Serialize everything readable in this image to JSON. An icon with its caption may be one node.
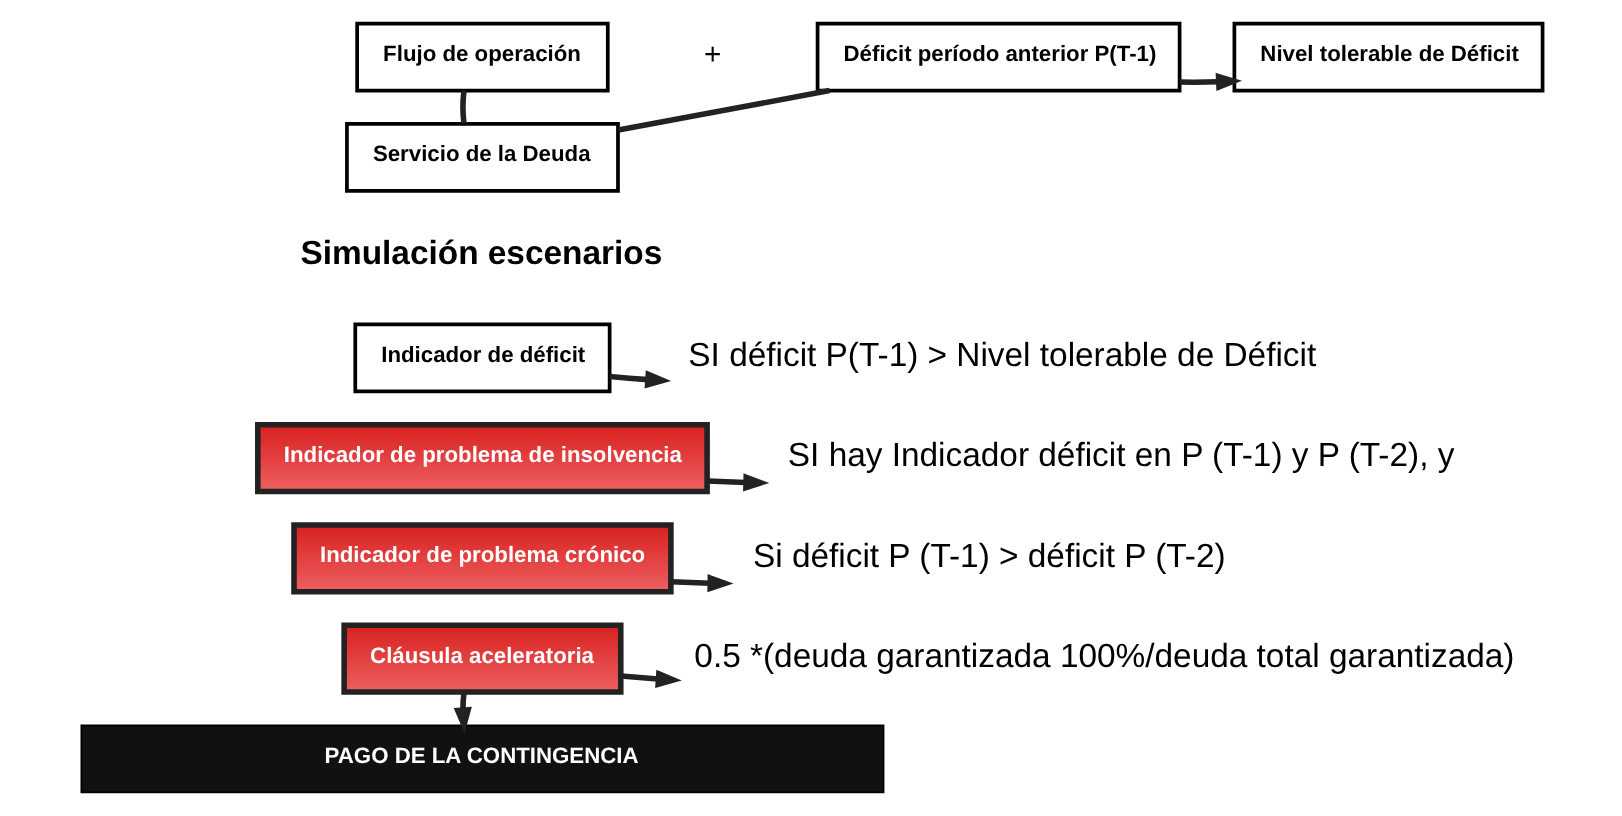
{
  "diagram": {
    "nodes": [
      {
        "text": [
          "Flujo de operación"
        ]
      },
      {
        "text": [
          "Déficit período anterior P(T-1)"
        ]
      },
      {
        "text": [
          "Nivel tolerable de Déficit"
        ]
      },
      {
        "text": [
          "Servicio de la Deuda"
        ]
      },
      {
        "text": [
          "Indicador de déficit"
        ]
      },
      {
        "text": [
          "SI déficit P(T-1) > Nivel tolerable de Déficit"
        ]
      },
      {
        "text": [
          "Indicador de problema de insolvencia"
        ]
      },
      {
        "text": [
          "SI hay Indicador déficit en P (T-1) y P (T-2), y"
        ]
      },
      {
        "text": [
          "Indicador de problema crónico"
        ]
      },
      {
        "text": [
          "Si déficit P (T-1) > déficit P (T-2)"
        ]
      },
      {
        "text": [
          "Cláusula aceleratoria"
        ]
      },
      {
        "text": [
          "0.5 *(deuda garantizada 100%/deuda total garantizada)"
        ]
      },
      {
        "text": [
          "PAGO DE LA CONTINGENCIA"
        ]
      }
    ],
    "edges": [
      {
        "from": 1,
        "to": 2,
        "arrow": "to"
      },
      {
        "from": 0,
        "to": 3,
        "arrow": "none"
      },
      {
        "from": 1,
        "to": 3,
        "arrow": "none"
      },
      {
        "from": 4,
        "to": 5,
        "arrow": "to"
      },
      {
        "from": 6,
        "to": 7,
        "arrow": "to"
      },
      {
        "from": 8,
        "to": 9,
        "arrow": "to"
      },
      {
        "from": 10,
        "to": 11,
        "arrow": "to"
      },
      {
        "from": 10,
        "to": 12,
        "arrow": "to"
      }
    ],
    "labels": [
      "+",
      "Simulación escenarios"
    ]
  }
}
